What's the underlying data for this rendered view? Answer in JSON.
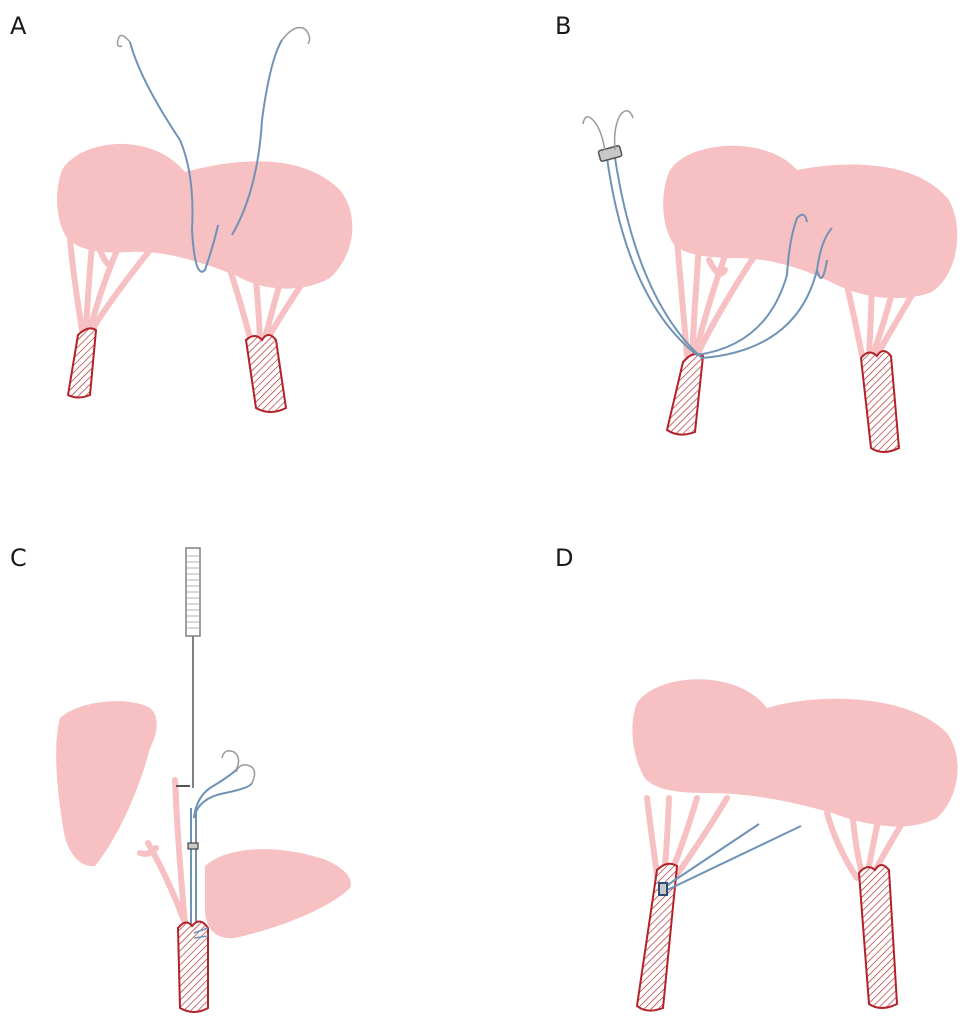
{
  "panels": [
    {
      "label": "A"
    },
    {
      "label": "B"
    },
    {
      "label": "C"
    },
    {
      "label": "D"
    }
  ],
  "colors": {
    "leaflet": "#f7c0c3",
    "chordae": "#f7c0c3",
    "papillary_muscle_stroke": "#b22228",
    "suture": "#6f93b6",
    "needle": "#9a9a9a",
    "pledget": "#c8c8c8",
    "instrument": "#808080"
  }
}
